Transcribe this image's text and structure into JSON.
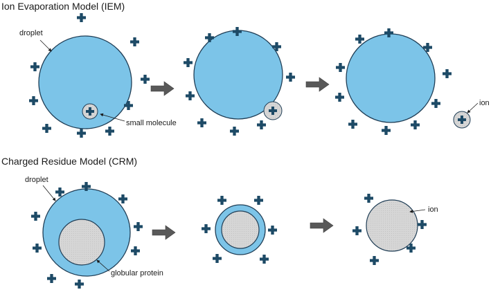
{
  "iem": {
    "title": "Ion Evaporation Model (IEM)",
    "label_droplet": "droplet",
    "label_small_molecule": "small molecule",
    "label_ion": "ion"
  },
  "crm": {
    "title": "Charged Residue Model (CRM)",
    "label_droplet": "droplet",
    "label_globular_protein": "globular protein",
    "label_ion": "ion"
  },
  "colors": {
    "droplet_fill": "#7cc4e8",
    "droplet_stroke": "#1f3d55",
    "molecule_fill": "#d9d9d9",
    "charge": "#1d4a66",
    "arrow": "#595959"
  },
  "icons": [
    "plus-charge-icon",
    "right-arrow-icon"
  ]
}
